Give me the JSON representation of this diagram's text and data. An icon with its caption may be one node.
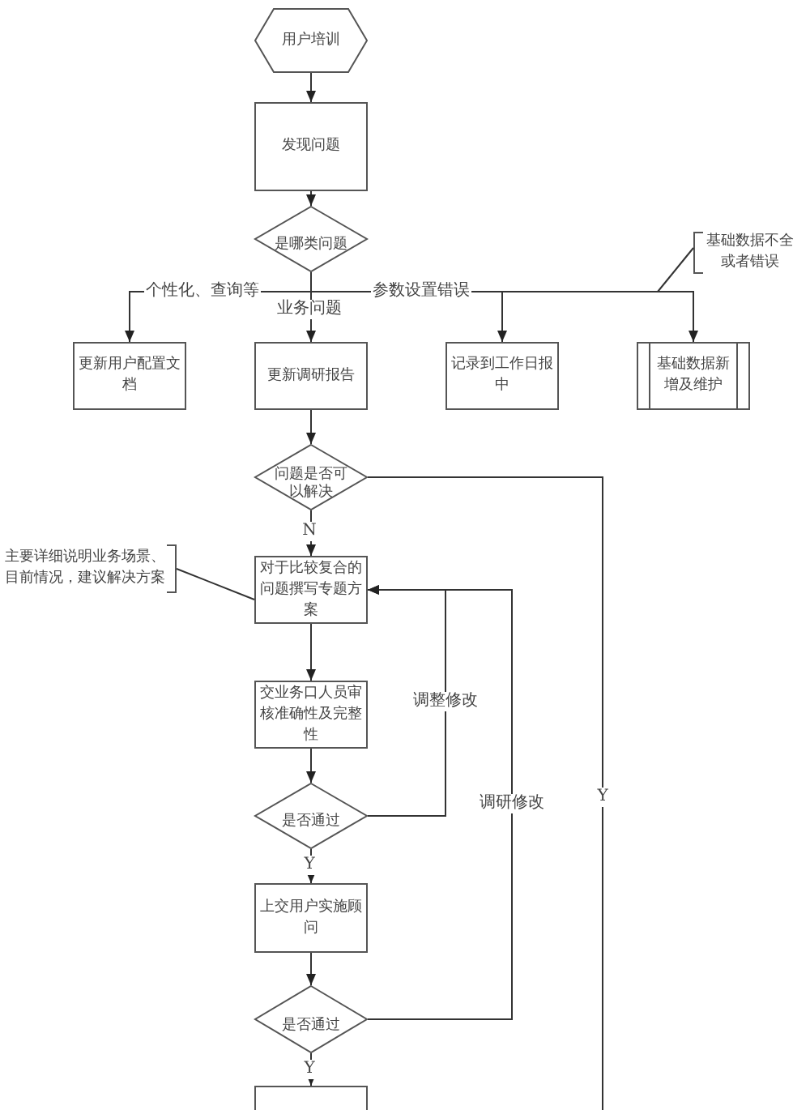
{
  "diagram": {
    "nodes": [
      {
        "text": [
          "用户培训"
        ]
      },
      {
        "text": [
          "发现问题"
        ]
      },
      {
        "text": [
          "是哪类问题"
        ]
      },
      {
        "text": [
          "基础数据不全或者错误"
        ]
      },
      {
        "text": [
          "更新用户配置文档"
        ]
      },
      {
        "text": [
          "更新调研报告"
        ]
      },
      {
        "text": [
          "记录到工作日报中"
        ]
      },
      {
        "text": [
          "基础数据新增及维护"
        ]
      },
      {
        "text": [
          "问题是否可以解决"
        ]
      },
      {
        "text": [
          "主要详细说明业务场景、目前情况，建议解决方案"
        ]
      },
      {
        "text": [
          "对于比较复合的问题撰写专题方案"
        ]
      },
      {
        "text": [
          "交业务口人员审核准确性及完整性"
        ]
      },
      {
        "text": [
          "是否通过"
        ]
      },
      {
        "text": [
          "上交用户实施顾问"
        ]
      },
      {
        "text": [
          "是否通过"
        ]
      },
      {
        "text": [],
        "shape": "box"
      }
    ],
    "edges": [
      {
        "from": 0,
        "to": 1,
        "arrow": "to"
      },
      {
        "from": 1,
        "to": 2,
        "arrow": "to"
      },
      {
        "from": 2,
        "to": 4,
        "arrow": "to",
        "label": "个性化、查询等"
      },
      {
        "from": 2,
        "to": 5,
        "arrow": "to",
        "label": "业务问题"
      },
      {
        "from": 2,
        "to": 6,
        "arrow": "to",
        "label": "参数设置错误"
      },
      {
        "from": 2,
        "to": 7,
        "arrow": "to"
      },
      {
        "from": 3,
        "to": null,
        "arrow": "none"
      },
      {
        "from": 5,
        "to": 8,
        "arrow": "to"
      },
      {
        "from": 8,
        "to": 10,
        "arrow": "to",
        "label": "N"
      },
      {
        "from": 8,
        "to": null,
        "arrow": "none",
        "label": "Y"
      },
      {
        "from": 9,
        "to": 10,
        "arrow": "none"
      },
      {
        "from": 10,
        "to": 11,
        "arrow": "to"
      },
      {
        "from": 11,
        "to": 12,
        "arrow": "to"
      },
      {
        "from": 12,
        "to": 13,
        "arrow": "to",
        "label": "Y"
      },
      {
        "from": 13,
        "to": 14,
        "arrow": "to"
      },
      {
        "from": 14,
        "to": 15,
        "arrow": "to",
        "label": "Y"
      },
      {
        "from": 12,
        "to": 10,
        "arrow": "to",
        "label": "调整修改"
      },
      {
        "from": 14,
        "to": 10,
        "arrow": "to",
        "label": "调研修改"
      }
    ]
  }
}
